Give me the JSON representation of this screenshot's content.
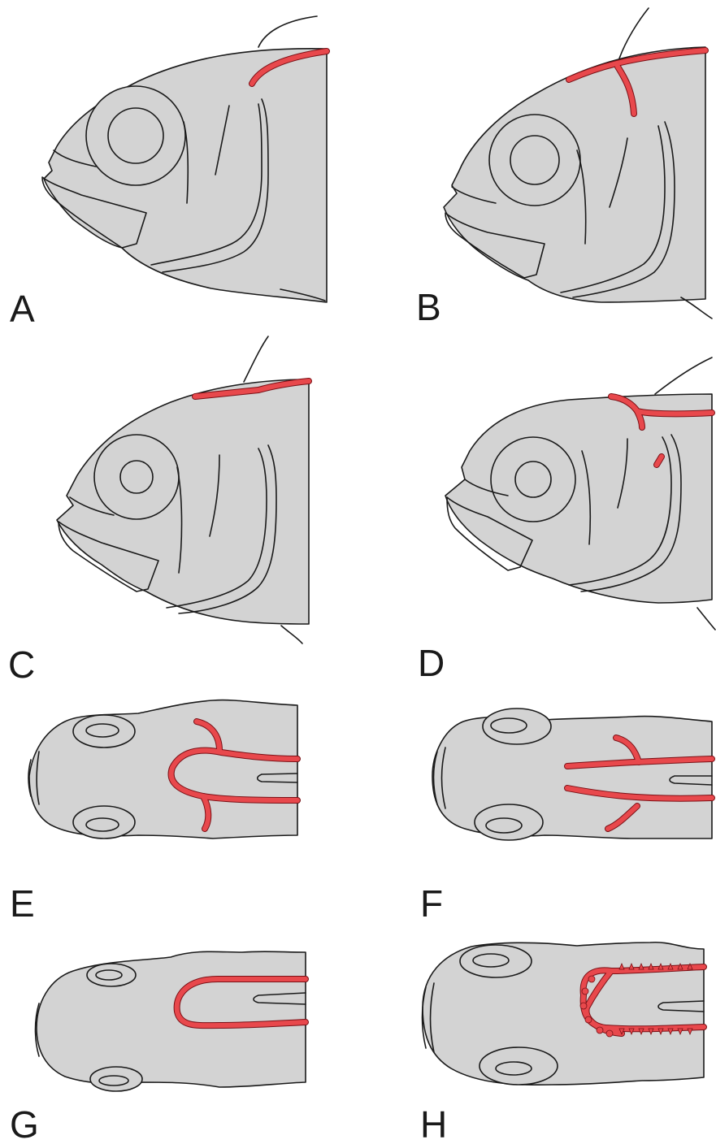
{
  "figure": {
    "panels": [
      {
        "label": "A",
        "view": "lateral"
      },
      {
        "label": "B",
        "view": "lateral"
      },
      {
        "label": "C",
        "view": "lateral"
      },
      {
        "label": "D",
        "view": "lateral"
      },
      {
        "label": "E",
        "view": "dorsal"
      },
      {
        "label": "F",
        "view": "dorsal"
      },
      {
        "label": "G",
        "view": "dorsal"
      },
      {
        "label": "H",
        "view": "dorsal"
      }
    ],
    "colors": {
      "fill": "#d3d3d3",
      "outline": "#1a1a1a",
      "highlight": "#e8484c",
      "highlight_outline": "#7a1016",
      "background": "#ffffff"
    }
  }
}
